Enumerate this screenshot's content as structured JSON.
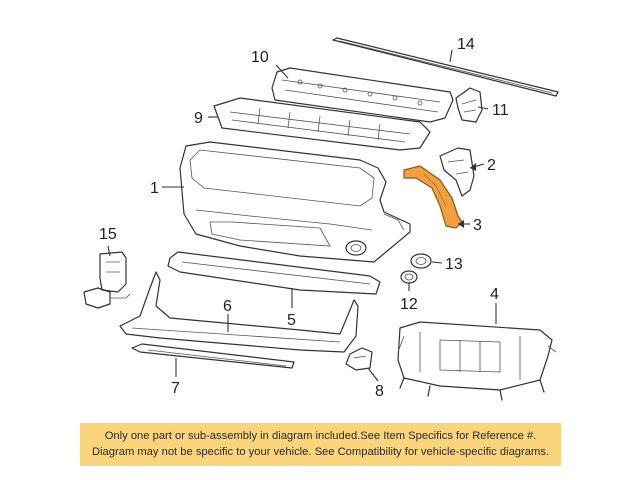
{
  "callouts": {
    "c1": "1",
    "c2": "2",
    "c3": "3",
    "c4": "4",
    "c5": "5",
    "c6": "6",
    "c7": "7",
    "c8": "8",
    "c9": "9",
    "c10": "10",
    "c11": "11",
    "c12": "12",
    "c13": "13",
    "c14": "14",
    "c15": "15"
  },
  "notice": {
    "line1": "Only one part or sub-assembly in diagram included.See Item Specifics for Reference #.",
    "line2": "Diagram may not be specific to your vehicle. See Compatibility for vehicle-specific diagrams."
  },
  "colors": {
    "highlight_part": "#f0a040",
    "notice_background": "#fbd57b"
  }
}
